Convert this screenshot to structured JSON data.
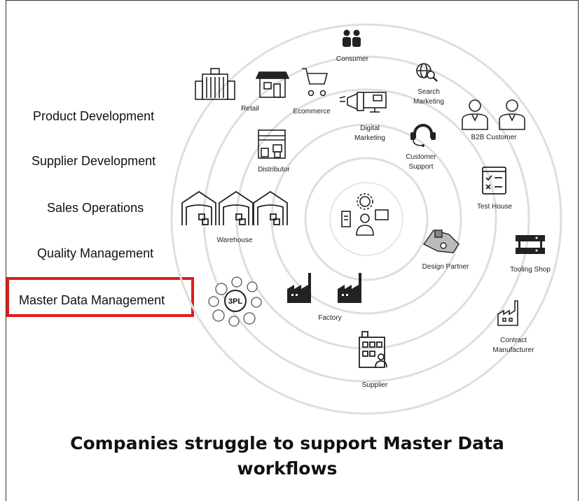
{
  "menu": {
    "items": [
      {
        "label": "Product Development"
      },
      {
        "label": "Supplier Development"
      },
      {
        "label": "Sales Operations"
      },
      {
        "label": "Quality Management"
      },
      {
        "label": "Master Data Management"
      }
    ],
    "highlighted_index": 4,
    "highlight_color": "#e01b1b"
  },
  "diagram": {
    "nodes": [
      {
        "id": "consumer",
        "label": "Consumer",
        "icon": "people-icon"
      },
      {
        "id": "search",
        "label_lines": [
          "Search",
          "Marketing"
        ],
        "icon": "globe-search-icon"
      },
      {
        "id": "retail",
        "label": "Retail",
        "icon": "building-icon"
      },
      {
        "id": "ecommerce",
        "label": "Ecommerce",
        "icon": "shopping-cart-icon"
      },
      {
        "id": "digital",
        "label_lines": [
          "Digital",
          "Marketing"
        ],
        "icon": "megaphone-monitor-icon"
      },
      {
        "id": "b2b",
        "label": "B2B Customer",
        "icon": "businessman-icon"
      },
      {
        "id": "distributor",
        "label": "Distributor",
        "icon": "distributor-icon"
      },
      {
        "id": "support",
        "label_lines": [
          "Customer",
          "Support"
        ],
        "icon": "headset-icon"
      },
      {
        "id": "testhouse",
        "label": "Test House",
        "icon": "checklist-icon"
      },
      {
        "id": "warehouse",
        "label": "Warehouse",
        "icon": "warehouse-icon"
      },
      {
        "id": "designpartner",
        "label": "Design Partner",
        "icon": "mechanical-part-icon"
      },
      {
        "id": "tooling",
        "label": "Tooling Shop",
        "icon": "rack-icon"
      },
      {
        "id": "threepl",
        "label": "3PL",
        "icon": "logistics-network-icon"
      },
      {
        "id": "factory",
        "label": "Factory",
        "icon": "factory-icon"
      },
      {
        "id": "contract",
        "label_lines": [
          "Contract",
          "Manufacturer"
        ],
        "icon": "small-factory-icon"
      },
      {
        "id": "supplier",
        "label": "Supplier",
        "icon": "office-building-icon"
      }
    ],
    "center_icon": "person-gear-icon"
  },
  "caption": {
    "line1": "Companies struggle to support Master Data",
    "line2": "workflows"
  }
}
